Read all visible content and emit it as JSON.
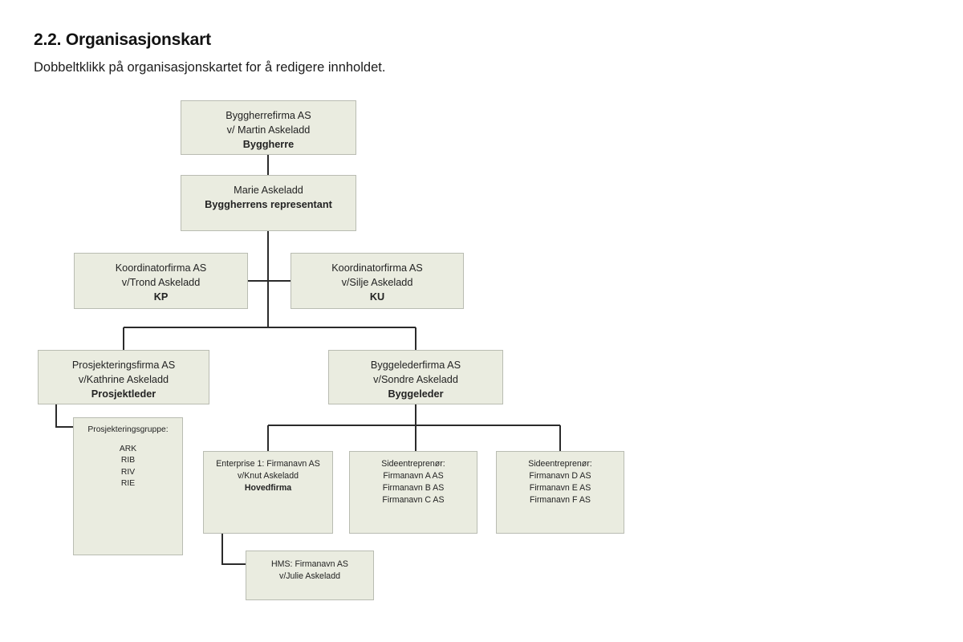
{
  "page": {
    "heading": "2.2. Organisasjonskart",
    "subtitle": "Dobbeltklikk på organisasjonskartet for å redigere innholdet."
  },
  "theme": {
    "box_fill": "#eaece0",
    "box_border": "#b9bcb2",
    "connector_color": "#2b2b2b",
    "page_background": "#ffffff",
    "text_color": "#232323"
  },
  "chart": {
    "type": "org-chart",
    "nodes": [
      {
        "id": "byggherre",
        "lines": [
          {
            "text": "Byggherrefirma AS",
            "bold": false
          },
          {
            "text": "v/ Martin Askeladd",
            "bold": false
          },
          {
            "text": "Byggherre",
            "bold": true
          }
        ]
      },
      {
        "id": "representant",
        "lines": [
          {
            "text": "Marie Askeladd",
            "bold": false
          },
          {
            "text": "Byggherrens representant",
            "bold": true
          }
        ]
      },
      {
        "id": "kp",
        "lines": [
          {
            "text": "Koordinatorfirma AS",
            "bold": false
          },
          {
            "text": "v/Trond Askeladd",
            "bold": false
          },
          {
            "text": "KP",
            "bold": true
          }
        ]
      },
      {
        "id": "ku",
        "lines": [
          {
            "text": "Koordinatorfirma AS",
            "bold": false
          },
          {
            "text": "v/Silje Askeladd",
            "bold": false
          },
          {
            "text": "KU",
            "bold": true
          }
        ]
      },
      {
        "id": "prosjektleder",
        "lines": [
          {
            "text": "Prosjekteringsfirma AS",
            "bold": false
          },
          {
            "text": "v/Kathrine Askeladd",
            "bold": false
          },
          {
            "text": "Prosjektleder",
            "bold": true
          }
        ]
      },
      {
        "id": "byggeleder",
        "lines": [
          {
            "text": "Byggelederfirma AS",
            "bold": false
          },
          {
            "text": "v/Sondre Askeladd",
            "bold": false
          },
          {
            "text": "Byggeleder",
            "bold": true
          }
        ]
      },
      {
        "id": "prosjekteringsgruppe",
        "lines": [
          {
            "text": "Prosjekteringsgruppe:",
            "bold": false
          },
          {
            "text": "ARK",
            "bold": false
          },
          {
            "text": "RIB",
            "bold": false
          },
          {
            "text": "RIV",
            "bold": false
          },
          {
            "text": "RIE",
            "bold": false
          }
        ]
      },
      {
        "id": "enterprise1",
        "lines": [
          {
            "text": "Enterprise 1: Firmanavn AS",
            "bold": false
          },
          {
            "text": "v/Knut Askeladd",
            "bold": false
          },
          {
            "text": "Hovedfirma",
            "bold": true
          }
        ]
      },
      {
        "id": "sideentreprenor1",
        "lines": [
          {
            "text": "Sideentreprenør:",
            "bold": false
          },
          {
            "text": "Firmanavn A AS",
            "bold": false
          },
          {
            "text": "Firmanavn B AS",
            "bold": false
          },
          {
            "text": "Firmanavn C AS",
            "bold": false
          }
        ]
      },
      {
        "id": "sideentreprenor2",
        "lines": [
          {
            "text": "Sideentreprenør:",
            "bold": false
          },
          {
            "text": "Firmanavn D AS",
            "bold": false
          },
          {
            "text": "Firmanavn E AS",
            "bold": false
          },
          {
            "text": "Firmanavn F AS",
            "bold": false
          }
        ]
      },
      {
        "id": "hms",
        "lines": [
          {
            "text": "HMS: Firmanavn AS",
            "bold": false
          },
          {
            "text": "v/Julie Askeladd",
            "bold": false
          }
        ]
      }
    ],
    "edges": [
      {
        "from": "byggherre",
        "to": "representant"
      },
      {
        "from": "representant",
        "to": "kp"
      },
      {
        "from": "representant",
        "to": "ku"
      },
      {
        "from": "representant",
        "to": "prosjektleder"
      },
      {
        "from": "representant",
        "to": "byggeleder"
      },
      {
        "from": "prosjektleder",
        "to": "prosjekteringsgruppe"
      },
      {
        "from": "byggeleder",
        "to": "enterprise1"
      },
      {
        "from": "byggeleder",
        "to": "sideentreprenor1"
      },
      {
        "from": "byggeleder",
        "to": "sideentreprenor2"
      },
      {
        "from": "enterprise1",
        "to": "hms"
      }
    ]
  }
}
